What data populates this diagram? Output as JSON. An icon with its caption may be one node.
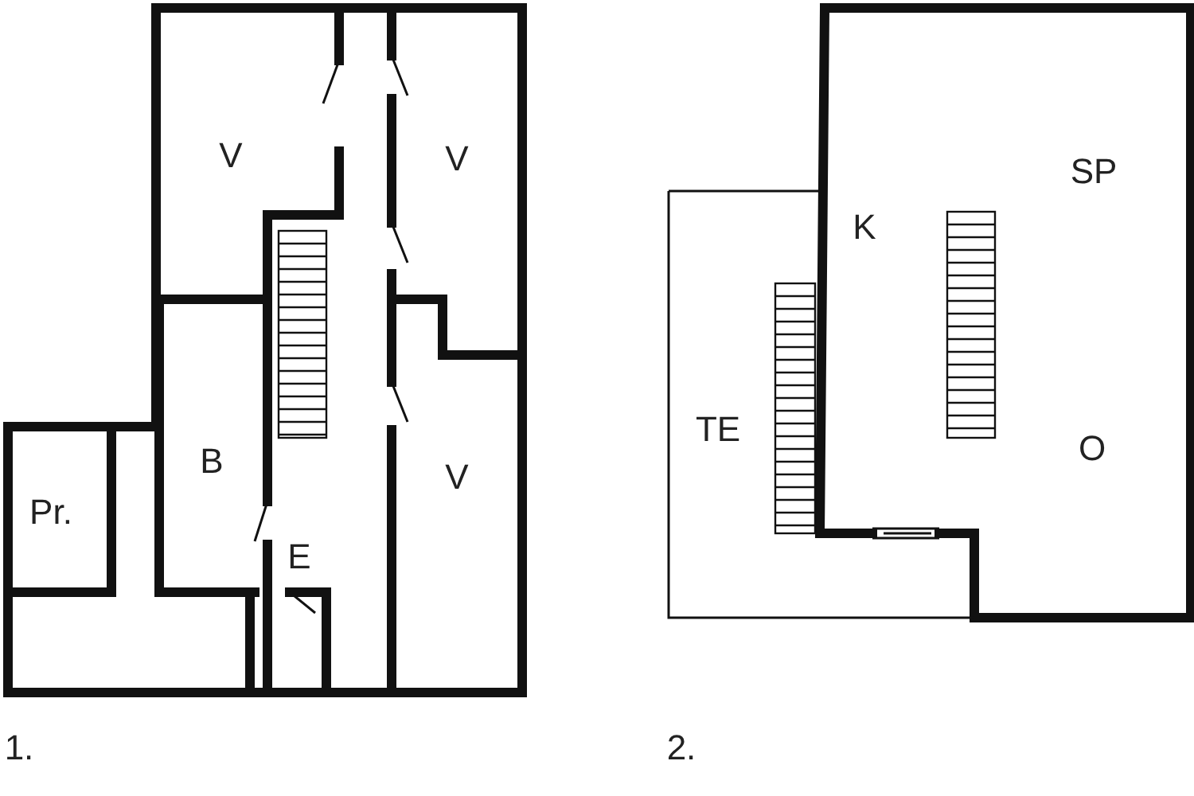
{
  "diagram": {
    "labels": [
      "V",
      "V",
      "B",
      "V",
      "Pr.",
      "E",
      "1.",
      "K",
      "SP",
      "TE",
      "O",
      "2."
    ]
  }
}
